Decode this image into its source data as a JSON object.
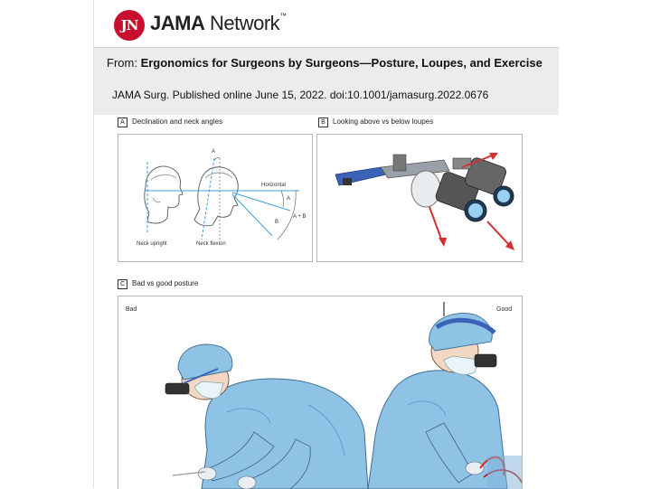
{
  "brand": {
    "logo_mark": "JN",
    "logo_name_bold": "JAMA",
    "logo_name_rest": " Network",
    "trademark": "™",
    "brand_color": "#c8102e"
  },
  "article": {
    "from_prefix": "From: ",
    "title": "Ergonomics for Surgeons by Surgeons—Posture, Loupes, and Exercise",
    "citation": "JAMA Surg. Published online  June 15, 2022. doi:10.1001/jamasurg.2022.0676"
  },
  "figure": {
    "panel_a": {
      "letter": "A",
      "caption": "Declination and neck angles",
      "labels": {
        "horizontal": "Horizontal",
        "angle_a": "A",
        "angle_b": "B",
        "angle_a_top": "A",
        "angle_sum": "A + B",
        "neck_upright": "Neck upright",
        "neck_flexion": "Neck flexion"
      }
    },
    "panel_b": {
      "letter": "B",
      "caption": "Looking above vs below loupes"
    },
    "panel_c": {
      "letter": "C",
      "caption": "Bad vs good posture",
      "bad_label": "Bad",
      "good_label": "Good"
    },
    "colors": {
      "gown": "#8fc3e6",
      "gown_dark": "#5d9ccc",
      "arrow_red": "#d32f2f",
      "guide_blue": "#3aa0d8",
      "loupe_band": "#3a63b8"
    }
  }
}
